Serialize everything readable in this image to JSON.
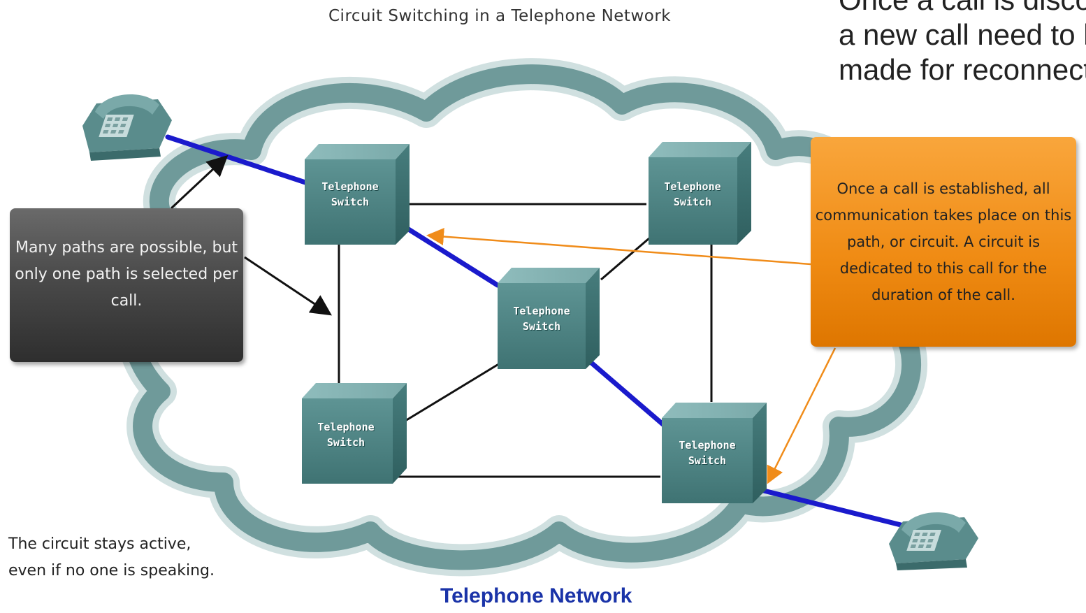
{
  "title": "Circuit Switching in a Telephone Network",
  "top_right_text": {
    "line1": "Once a call is disconnected,",
    "line2": "a new call need to be",
    "line3": "made for reconnection"
  },
  "callout_left": {
    "text": "Many paths are possible, but only one path is selected per call."
  },
  "callout_right": {
    "text": "Once a call is established, all communication takes place on this path, or circuit.  A circuit is dedicated to this call for the duration of the call."
  },
  "note": {
    "line1": "The circuit stays active,",
    "line2": "even if no one is speaking."
  },
  "network_label": "Telephone Network",
  "switches": {
    "top_left": {
      "line1": "Telephone",
      "line2": "Switch"
    },
    "top_right": {
      "line1": "Telephone",
      "line2": "Switch"
    },
    "center": {
      "line1": "Telephone",
      "line2": "Switch"
    },
    "bottom_left": {
      "line1": "Telephone",
      "line2": "Switch"
    },
    "bottom_right": {
      "line1": "Telephone",
      "line2": "Switch"
    }
  },
  "colors": {
    "cloud": "#6f9a9a",
    "switch_face": "#4f8787",
    "active_path": "#1a1acc",
    "inactive_link": "#111111",
    "orange_arrow": "#f08c1a",
    "callout_orange": "#f0901a",
    "callout_dark": "#4a4a4a"
  },
  "icons": {
    "telephone_left": "telephone-icon",
    "telephone_right": "telephone-icon"
  }
}
